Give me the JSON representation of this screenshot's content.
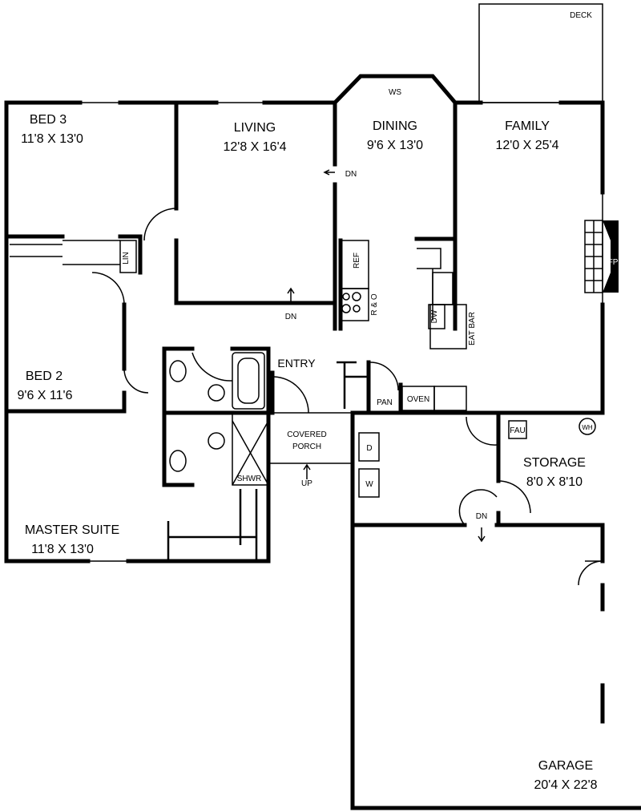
{
  "rooms": {
    "bed3": {
      "name": "BED 3",
      "size": "11'8 X 13'0"
    },
    "living": {
      "name": "LIVING",
      "size": "12'8 X 16'4"
    },
    "dining": {
      "name": "DINING",
      "size": "9'6 X 13'0"
    },
    "family": {
      "name": "FAMILY",
      "size": "12'0 X 25'4"
    },
    "bed2": {
      "name": "BED 2",
      "size": "9'6 X 11'6"
    },
    "master": {
      "name": "MASTER SUITE",
      "size": "11'8 X 13'0"
    },
    "storage": {
      "name": "STORAGE",
      "size": "8'0 X 8'10"
    },
    "garage": {
      "name": "GARAGE",
      "size": "20'4 X 22'8"
    }
  },
  "labels": {
    "deck": "DECK",
    "ws": "WS",
    "dn": "DN",
    "up": "UP",
    "lin": "LIN",
    "ref": "REF",
    "range": "R & O",
    "dw": "DW",
    "eat_bar": "EAT BAR",
    "fp": "FP",
    "entry": "ENTRY",
    "pan": "PAN",
    "oven": "OVEN",
    "covered": "COVERED",
    "porch": "PORCH",
    "shwr": "SHWR",
    "fau": "FAU",
    "wh": "WH",
    "dryer": "D",
    "washer": "W"
  }
}
